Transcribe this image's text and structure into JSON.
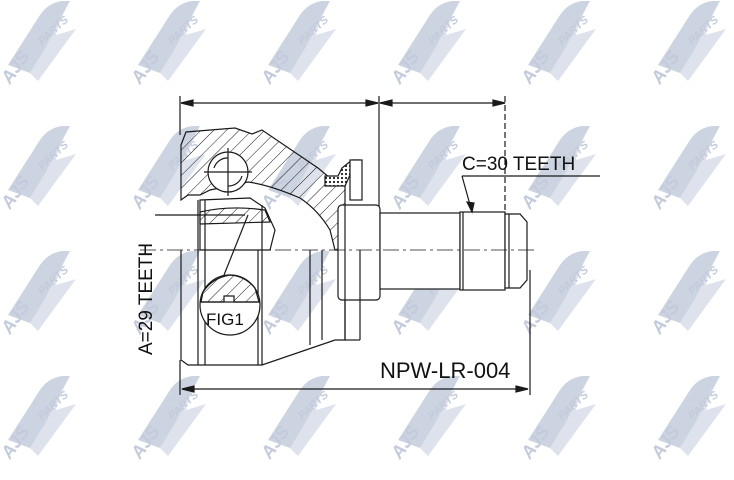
{
  "drawing": {
    "part_number": "NPW-LR-004",
    "inner_spline_label": "A=29 TEETH",
    "outer_spline_label": "C=30 TEETH",
    "detail_label": "FIG1"
  },
  "watermark": {
    "brand": "AJS",
    "suffix": "PARTS",
    "color": "#c3cbdc"
  },
  "colors": {
    "line": "#1a1a1a",
    "background": "#ffffff"
  }
}
